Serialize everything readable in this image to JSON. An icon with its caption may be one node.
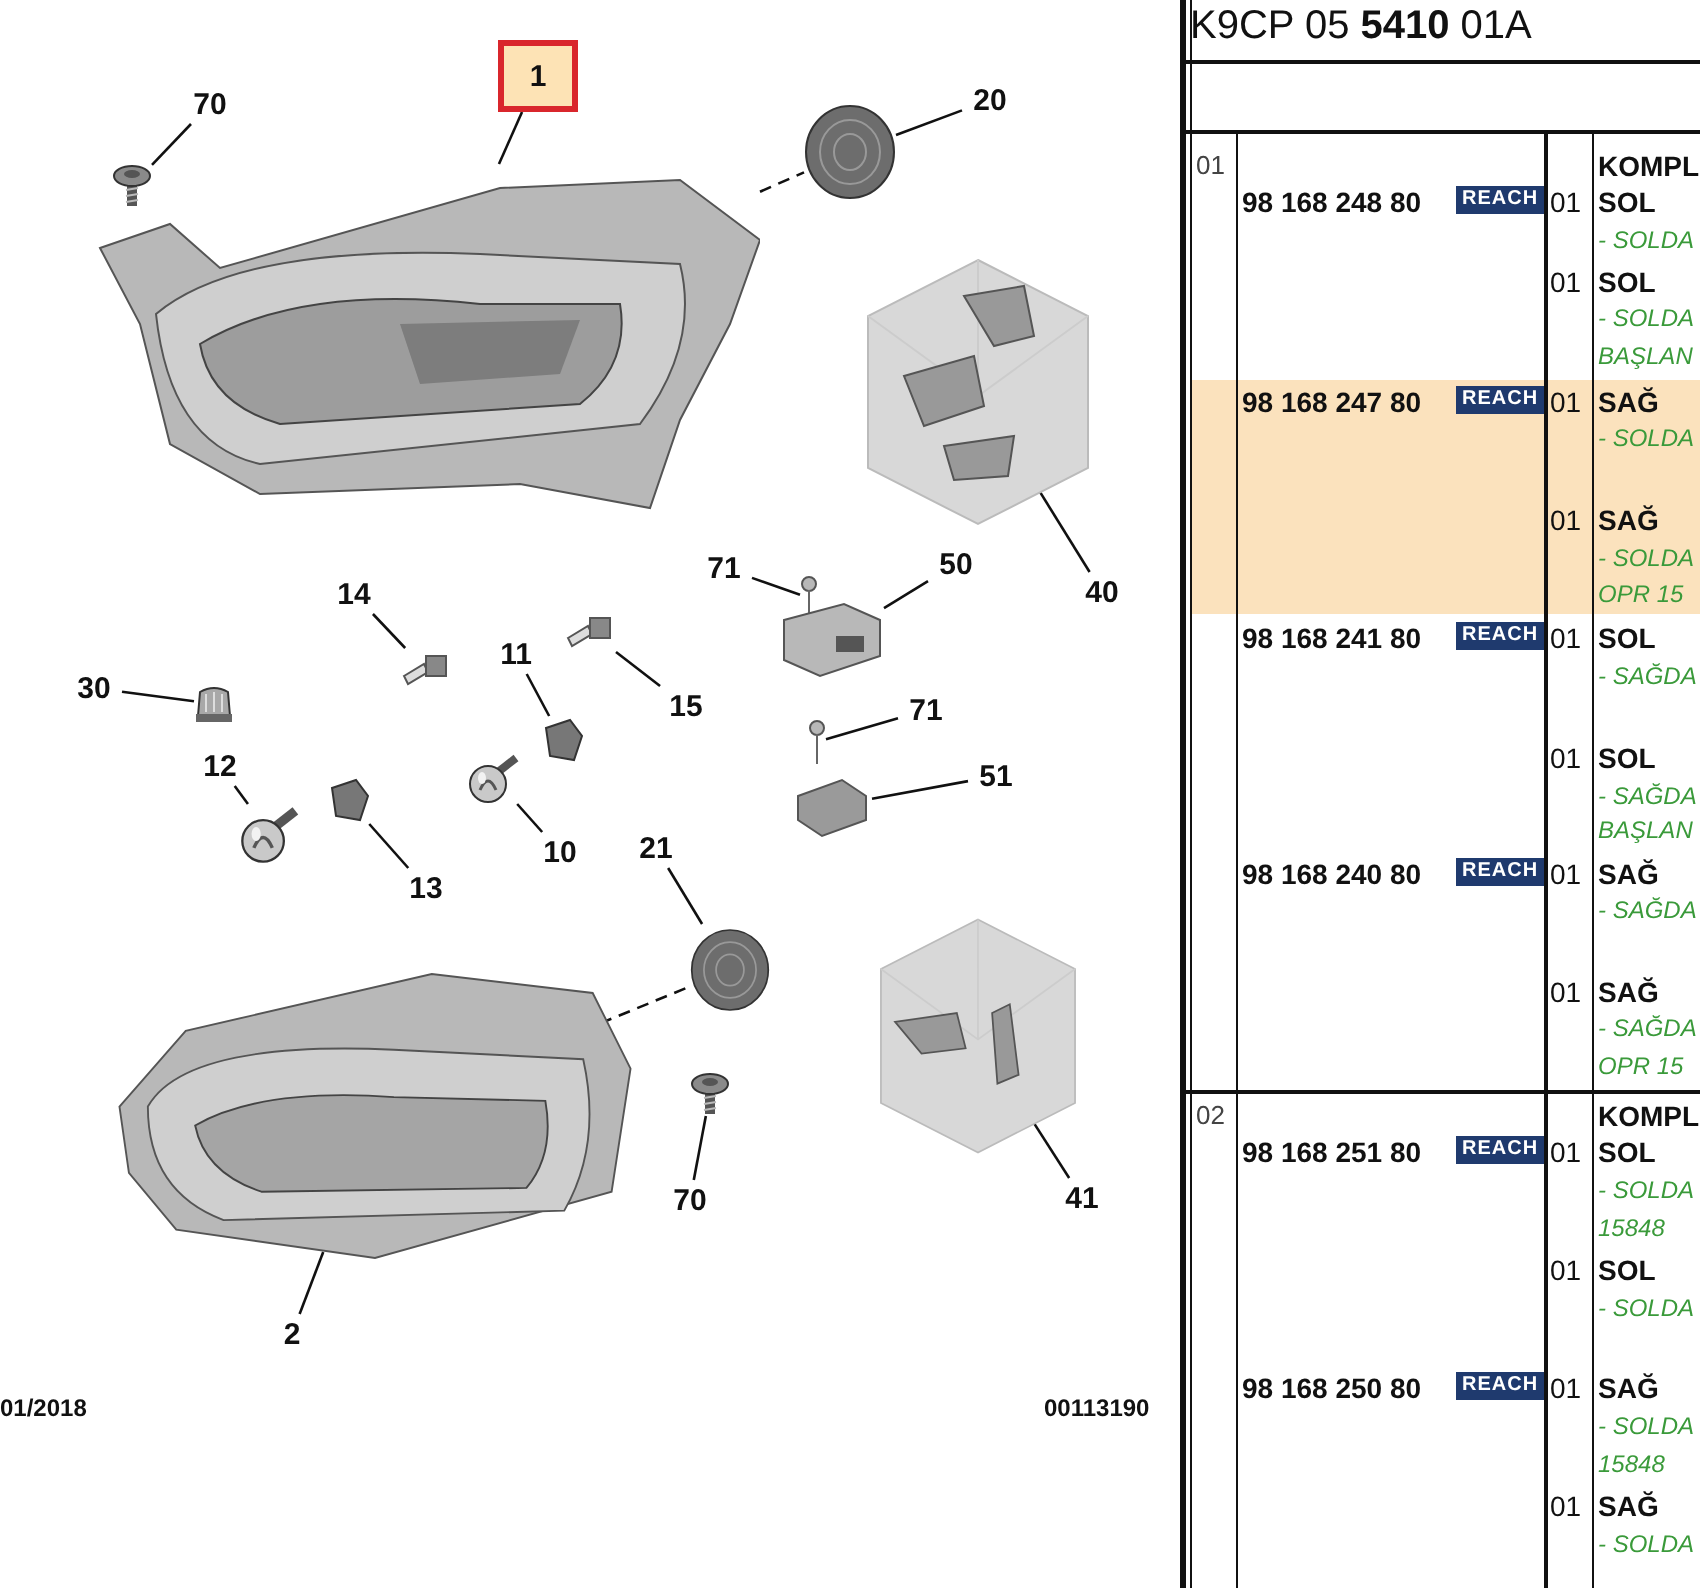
{
  "diagram": {
    "nodes": [
      {
        "text": [
          "1"
        ]
      },
      {
        "text": [],
        "shape": "picture"
      },
      {
        "text": [
          "70"
        ]
      },
      {
        "text": [],
        "shape": "picture"
      },
      {
        "text": [
          "20"
        ]
      },
      {
        "text": [],
        "shape": "picture"
      },
      {
        "text": [],
        "shape": "picture"
      },
      {
        "text": [
          "40"
        ]
      },
      {
        "text": [
          "71"
        ]
      },
      {
        "text": [],
        "shape": "picture"
      },
      {
        "text": [
          "50"
        ]
      },
      {
        "text": [],
        "shape": "picture"
      },
      {
        "text": [
          "14"
        ]
      },
      {
        "text": [],
        "shape": "picture"
      },
      {
        "text": [
          "15"
        ]
      },
      {
        "text": [],
        "shape": "picture"
      },
      {
        "text": [
          "30"
        ]
      },
      {
        "text": [],
        "shape": "picture"
      },
      {
        "text": [
          "11"
        ]
      },
      {
        "text": [],
        "shape": "picture"
      },
      {
        "text": [
          "71"
        ]
      },
      {
        "text": [],
        "shape": "picture"
      },
      {
        "text": [
          "51"
        ]
      },
      {
        "text": [],
        "shape": "picture"
      },
      {
        "text": [
          "12"
        ]
      },
      {
        "text": [],
        "shape": "picture"
      },
      {
        "text": [
          "13"
        ]
      },
      {
        "text": [],
        "shape": "picture"
      },
      {
        "text": [
          "10"
        ]
      },
      {
        "text": [],
        "shape": "picture"
      },
      {
        "text": [
          "21"
        ]
      },
      {
        "text": [],
        "shape": "picture"
      },
      {
        "text": [],
        "shape": "picture"
      },
      {
        "text": [],
        "shape": "picture"
      },
      {
        "text": [
          "70"
        ]
      },
      {
        "text": [],
        "shape": "picture"
      },
      {
        "text": [
          "41"
        ]
      },
      {
        "text": [
          "2"
        ]
      }
    ],
    "edges": [
      {
        "from": 0,
        "to": 1,
        "arrow": "none"
      },
      {
        "from": 2,
        "to": 3,
        "arrow": "none"
      },
      {
        "from": 4,
        "to": 5,
        "arrow": "none"
      },
      {
        "from": 1,
        "to": 5,
        "arrow": "none",
        "style": "dashed"
      },
      {
        "from": 7,
        "to": 6,
        "arrow": "none"
      },
      {
        "from": 8,
        "to": 9,
        "arrow": "none"
      },
      {
        "from": 10,
        "to": 11,
        "arrow": "none"
      },
      {
        "from": 12,
        "to": 13,
        "arrow": "none"
      },
      {
        "from": 14,
        "to": 15,
        "arrow": "none"
      },
      {
        "from": 16,
        "to": 17,
        "arrow": "none"
      },
      {
        "from": 18,
        "to": 19,
        "arrow": "none"
      },
      {
        "from": 20,
        "to": 21,
        "arrow": "none"
      },
      {
        "from": 22,
        "to": 23,
        "arrow": "none"
      },
      {
        "from": 24,
        "to": 25,
        "arrow": "none"
      },
      {
        "from": 26,
        "to": 27,
        "arrow": "none"
      },
      {
        "from": 28,
        "to": 29,
        "arrow": "none"
      },
      {
        "from": 30,
        "to": 31,
        "arrow": "none"
      },
      {
        "from": 32,
        "to": 31,
        "arrow": "none",
        "style": "dashed"
      },
      {
        "from": 34,
        "to": 33,
        "arrow": "none"
      },
      {
        "from": 36,
        "to": 35,
        "arrow": "none"
      },
      {
        "from": 37,
        "to": 32,
        "arrow": "none"
      }
    ],
    "labels": [
      "01/2018",
      "00113190",
      "K9CP 05 **5410** 01A",
      "01",
      "KOMPL",
      "98 168 248 80",
      "REACH",
      "01",
      "SOL",
      "- SOLDA",
      "01",
      "SOL",
      "- SOLDA",
      "BAŞLAN",
      "98 168 247 80",
      "REACH",
      "01",
      "SAĞ",
      "- SOLDA",
      "01",
      "SAĞ",
      "- SOLDA",
      "OPR 15",
      "98 168 241 80",
      "REACH",
      "01",
      "SOL",
      "- SAĞDA",
      "01",
      "SOL",
      "- SAĞDA",
      "BAŞLAN",
      "98 168 240 80",
      "REACH",
      "01",
      "SAĞ",
      "- SAĞDA",
      "01",
      "SAĞ",
      "- SAĞDA",
      "OPR 15",
      "02",
      "KOMPL",
      "98 168 251 80",
      "REACH",
      "01",
      "SOL",
      "- SOLDA",
      "15848",
      "01",
      "SOL",
      "- SOLDA",
      "98 168 250 80",
      "REACH",
      "01",
      "SAĞ",
      "- SOLDA",
      "15848",
      "01",
      "SAĞ",
      "- SOLDA"
    ]
  }
}
